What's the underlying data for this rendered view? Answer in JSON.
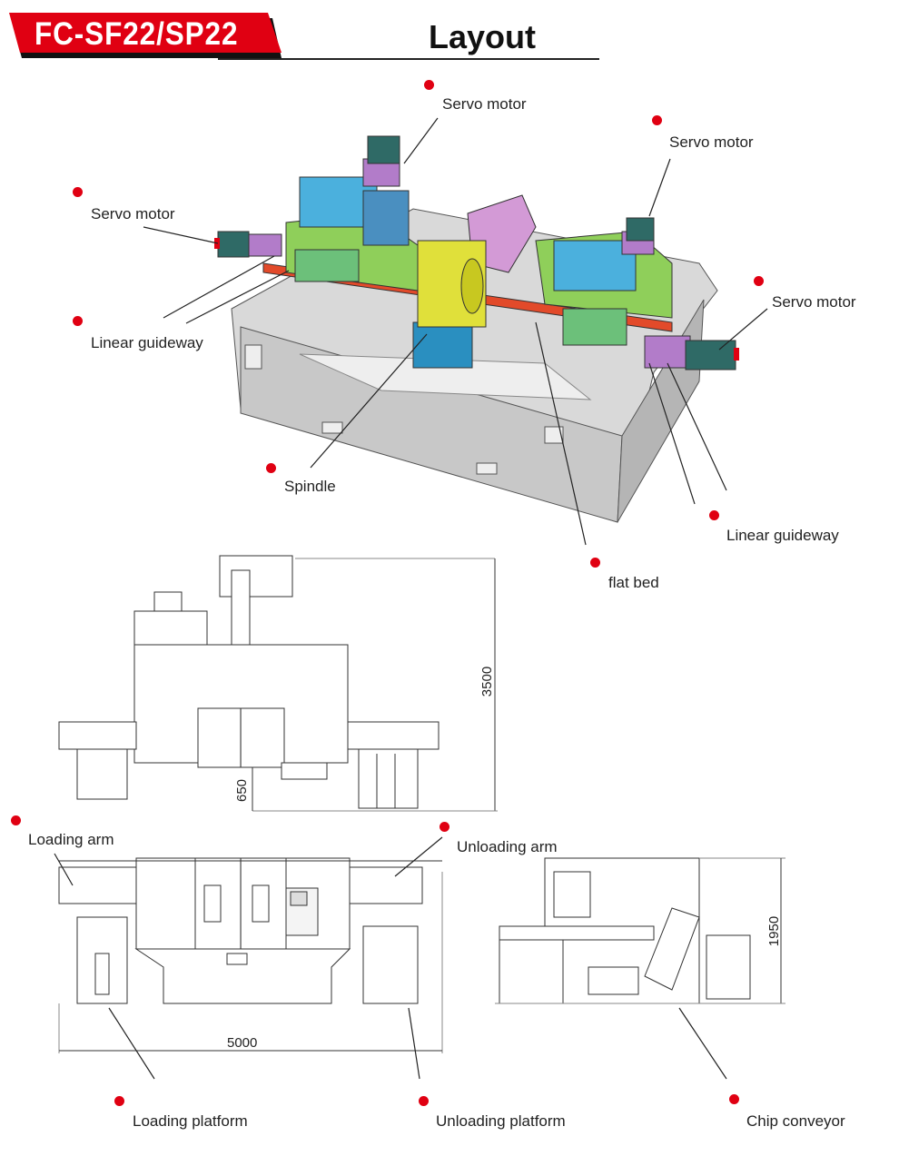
{
  "header": {
    "model": "FC-SF22/SP22",
    "title": "Layout",
    "accent_color": "#e00012"
  },
  "callouts": {
    "servo_motor_top": "Servo motor",
    "servo_motor_top_right": "Servo motor",
    "servo_motor_left": "Servo motor",
    "servo_motor_right": "Servo motor",
    "linear_guideway_left": "Linear guideway",
    "linear_guideway_right": "Linear guideway",
    "spindle": "Spindle",
    "flat_bed": "flat bed",
    "loading_arm": "Loading arm",
    "unloading_arm": "Unloading arm",
    "loading_platform": "Loading platform",
    "unloading_platform": "Unloading platform",
    "chip_conveyor": "Chip conveyor"
  },
  "dimensions": {
    "top_view_depth": "3500",
    "top_view_offset": "650",
    "front_view_width": "5000",
    "side_view_height": "1950"
  }
}
